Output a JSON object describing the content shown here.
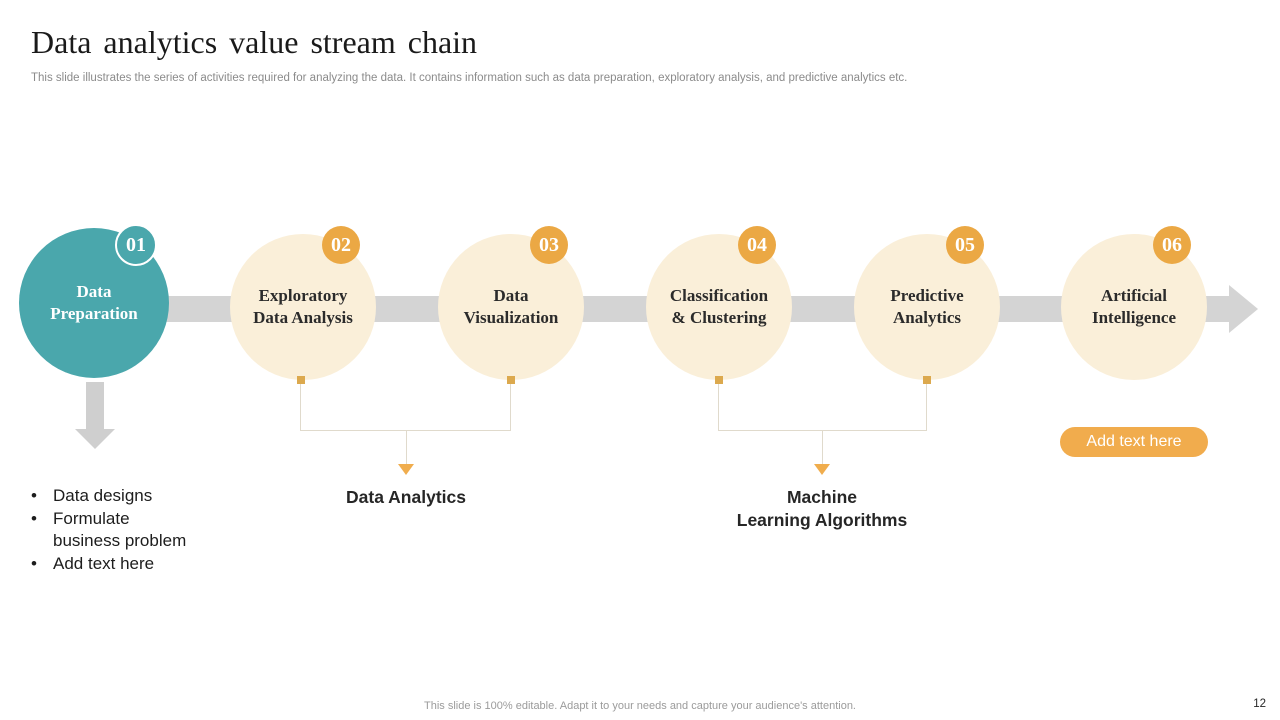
{
  "slide": {
    "title": "Data analytics value stream chain",
    "subtitle": "This slide illustrates the series of activities required for analyzing the data. It contains information such as data preparation, exploratory analysis, and predictive analytics etc.",
    "footer": "This slide is 100% editable. Adapt it to your needs and capture your audience's attention.",
    "page_number": "12"
  },
  "steps": [
    {
      "number": "01",
      "label": "Data\nPreparation",
      "variant": "teal"
    },
    {
      "number": "02",
      "label": "Exploratory\nData Analysis",
      "variant": "cream"
    },
    {
      "number": "03",
      "label": "Data\nVisualization",
      "variant": "cream"
    },
    {
      "number": "04",
      "label": "Classification\n& Clustering",
      "variant": "cream"
    },
    {
      "number": "05",
      "label": "Predictive\nAnalytics",
      "variant": "cream"
    },
    {
      "number": "06",
      "label": "Artificial\nIntelligence",
      "variant": "cream"
    }
  ],
  "step1_bullets": [
    "Data designs",
    "Formulate\nbusiness problem",
    "Add text here"
  ],
  "group_labels": {
    "analytics": "Data Analytics",
    "ml": "Machine\nLearning Algorithms"
  },
  "cta": {
    "add_text_label": "Add text here"
  },
  "bullet_glyph": "•",
  "colors": {
    "teal": "#4aa7ac",
    "cream": "#faefd9",
    "badge_orange": "#eba844",
    "pill_orange": "#f1ac4d",
    "arrow_gray": "#d4d4d4"
  }
}
